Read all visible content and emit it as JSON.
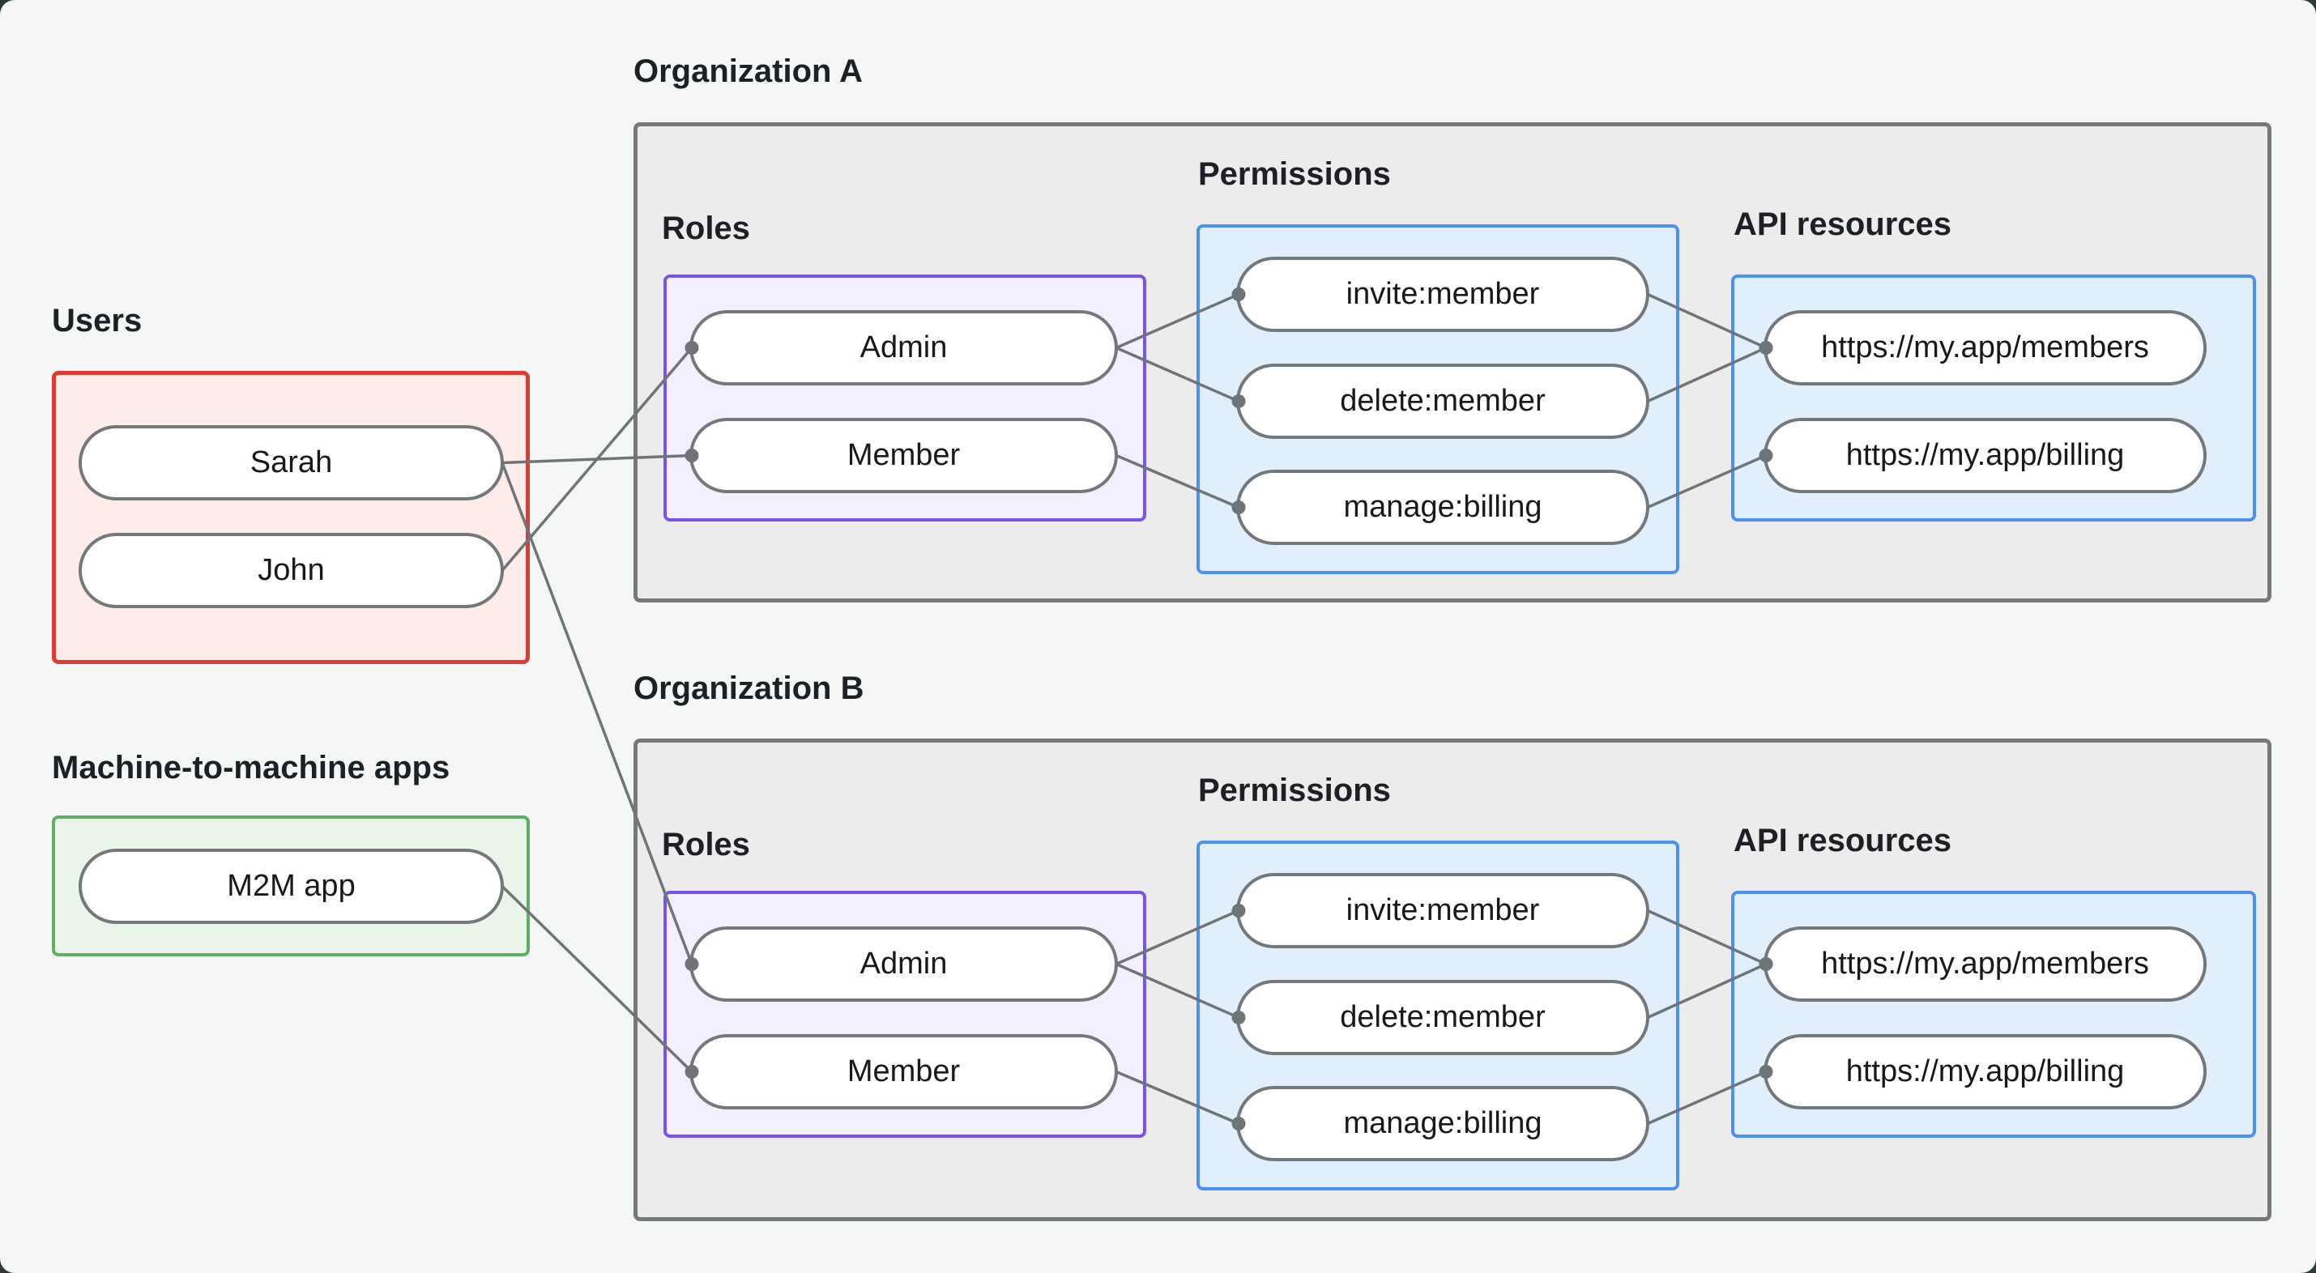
{
  "page": {
    "background": "#f5f7f6",
    "backdrop": "#2e3a34"
  },
  "users_group": {
    "label": "Users",
    "items": [
      {
        "id": "sarah",
        "label": "Sarah"
      },
      {
        "id": "john",
        "label": "John"
      }
    ]
  },
  "m2m_group": {
    "label": "Machine-to-machine apps",
    "items": [
      {
        "id": "m2m",
        "label": "M2M app"
      }
    ]
  },
  "org_a": {
    "title": "Organization A",
    "roles_label": "Roles",
    "permissions_label": "Permissions",
    "api_label": "API resources",
    "roles": [
      {
        "id": "orgA_admin",
        "label": "Admin"
      },
      {
        "id": "orgA_member",
        "label": "Member"
      }
    ],
    "permissions": [
      {
        "id": "orgA_invite",
        "label": "invite:member"
      },
      {
        "id": "orgA_delete",
        "label": "delete:member"
      },
      {
        "id": "orgA_manage",
        "label": "manage:billing"
      }
    ],
    "api_resources": [
      {
        "id": "orgA_members",
        "label": "https://my.app/members"
      },
      {
        "id": "orgA_billing",
        "label": "https://my.app/billing"
      }
    ]
  },
  "org_b": {
    "title": "Organization B",
    "roles_label": "Roles",
    "permissions_label": "Permissions",
    "api_label": "API resources",
    "roles": [
      {
        "id": "orgB_admin",
        "label": "Admin"
      },
      {
        "id": "orgB_member",
        "label": "Member"
      }
    ],
    "permissions": [
      {
        "id": "orgB_invite",
        "label": "invite:member"
      },
      {
        "id": "orgB_delete",
        "label": "delete:member"
      },
      {
        "id": "orgB_manage",
        "label": "manage:billing"
      }
    ],
    "api_resources": [
      {
        "id": "orgB_members",
        "label": "https://my.app/members"
      },
      {
        "id": "orgB_billing",
        "label": "https://my.app/billing"
      }
    ]
  },
  "edges": [
    {
      "from": "sarah",
      "to": "orgA_member"
    },
    {
      "from": "john",
      "to": "orgA_admin"
    },
    {
      "from": "sarah",
      "to": "orgB_admin"
    },
    {
      "from": "m2m",
      "to": "orgB_member"
    },
    {
      "from": "orgA_admin",
      "to": "orgA_invite"
    },
    {
      "from": "orgA_admin",
      "to": "orgA_delete"
    },
    {
      "from": "orgA_member",
      "to": "orgA_manage"
    },
    {
      "from": "orgA_invite",
      "to": "orgA_members"
    },
    {
      "from": "orgA_delete",
      "to": "orgA_members"
    },
    {
      "from": "orgA_manage",
      "to": "orgA_billing"
    },
    {
      "from": "orgB_admin",
      "to": "orgB_invite"
    },
    {
      "from": "orgB_admin",
      "to": "orgB_delete"
    },
    {
      "from": "orgB_member",
      "to": "orgB_manage"
    },
    {
      "from": "orgB_invite",
      "to": "orgB_members"
    },
    {
      "from": "orgB_delete",
      "to": "orgB_members"
    },
    {
      "from": "orgB_manage",
      "to": "orgB_billing"
    }
  ],
  "edge_style": {
    "line_color": "#6f7477",
    "line_width": 3.5,
    "dot_color": "#6f7477",
    "dot_radius": 8.5
  },
  "colors": {
    "users_border": "#df3b32",
    "users_fill": "#fdece9",
    "m2m_border": "#5fae63",
    "m2m_fill": "#e9f5e9",
    "roles_border": "#7a52f4",
    "roles_fill": "#f4effd",
    "permissions_border": "#4b90f5",
    "permissions_fill": "#e1eefc",
    "org_border": "#76797b",
    "org_fill": "#ececec"
  }
}
